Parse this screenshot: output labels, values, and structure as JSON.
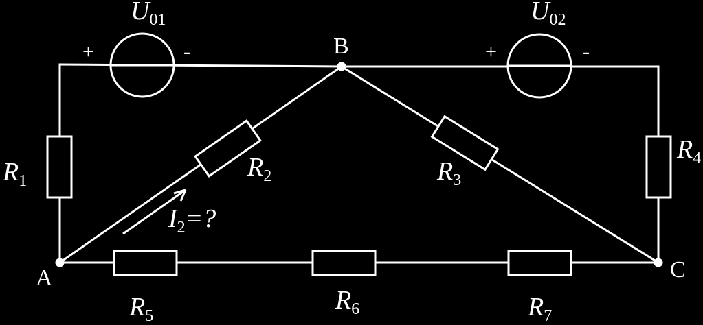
{
  "nodes": {
    "A": "A",
    "B": "B",
    "C": "C"
  },
  "sources": [
    {
      "name": "U",
      "sub": "01",
      "plus": "+",
      "minus": "-"
    },
    {
      "name": "U",
      "sub": "02",
      "plus": "+",
      "minus": "-"
    }
  ],
  "resistors": [
    {
      "name": "R",
      "sub": "1"
    },
    {
      "name": "R",
      "sub": "2"
    },
    {
      "name": "R",
      "sub": "3"
    },
    {
      "name": "R",
      "sub": "4"
    },
    {
      "name": "R",
      "sub": "5"
    },
    {
      "name": "R",
      "sub": "6"
    },
    {
      "name": "R",
      "sub": "7"
    }
  ],
  "current": {
    "name": "I",
    "sub": "2",
    "suffix": "=?"
  }
}
